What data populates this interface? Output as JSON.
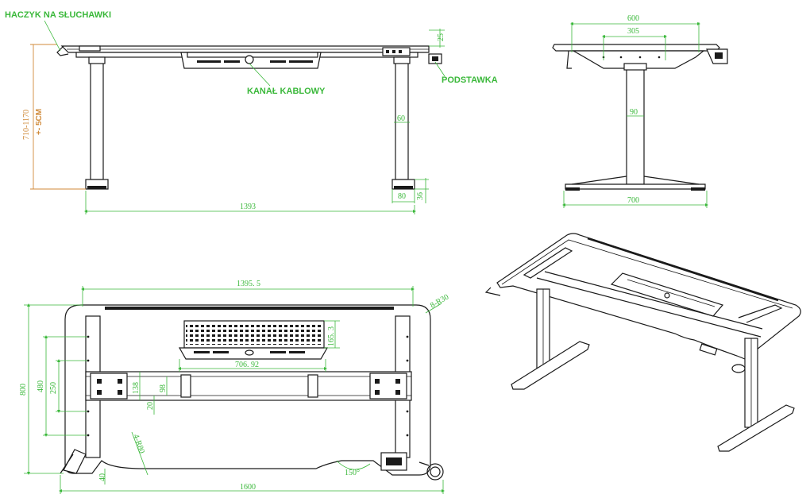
{
  "labels": {
    "headphone_hook": "HACZYK NA SŁUCHAWKI",
    "cable_tray": "KANAŁ KABLOWY",
    "holder": "PODSTAWKA",
    "height_range": "710-1170",
    "height_tolerance": "+- 5CM"
  },
  "front_view": {
    "top_thickness": "25",
    "column_width": "60",
    "foot_width": "80",
    "foot_height": "36",
    "total_width": "1393"
  },
  "side_view": {
    "top_depth": "600",
    "inner_span": "305",
    "column_width": "90",
    "base_width": "700"
  },
  "top_view": {
    "top_width": "1395. 5",
    "corner_radius": "8-R30",
    "tray_depth": "165. 3",
    "tray_width": "706. 92",
    "total_depth": "800",
    "frame_span": "480",
    "inner_span": "250",
    "beam_height": "138",
    "beam_inner": "98",
    "beam_offset": "20",
    "notch_radius": "4-R80",
    "notch_angle": "150°",
    "edge_offset": "40",
    "total_width": "1600"
  },
  "colors": {
    "dimension": "#3ab83a",
    "height_dimension": "#d08a3a",
    "line": "#1a1a1a"
  }
}
